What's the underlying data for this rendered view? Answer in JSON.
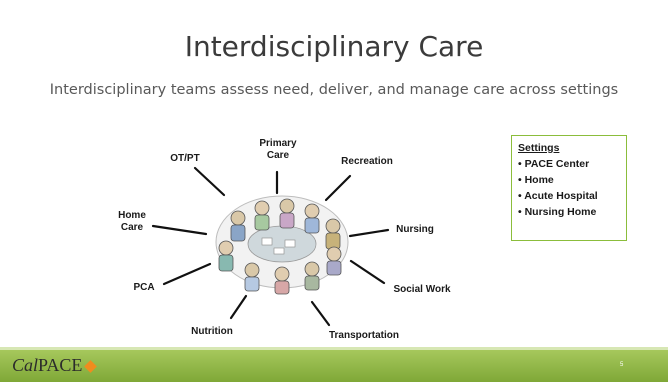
{
  "title": "Interdisciplinary Care",
  "subtitle": "Interdisciplinary teams assess need, deliver, and manage care across settings",
  "hub_labels": {
    "primary_care": "Primary Care",
    "ot_pt": "OT/PT",
    "recreation": "Recreation",
    "home_care": "Home Care",
    "nursing": "Nursing",
    "pca": "PCA",
    "social_work": "Social Work",
    "nutrition": "Nutrition",
    "transportation": "Transportation"
  },
  "settings": {
    "heading": "Settings",
    "items": [
      "• PACE Center",
      "• Home",
      "• Acute Hospital",
      "• Nursing  Home"
    ]
  },
  "footer": {
    "logo_italic": "Cal",
    "logo_text": "PACE",
    "page_number": "5"
  }
}
